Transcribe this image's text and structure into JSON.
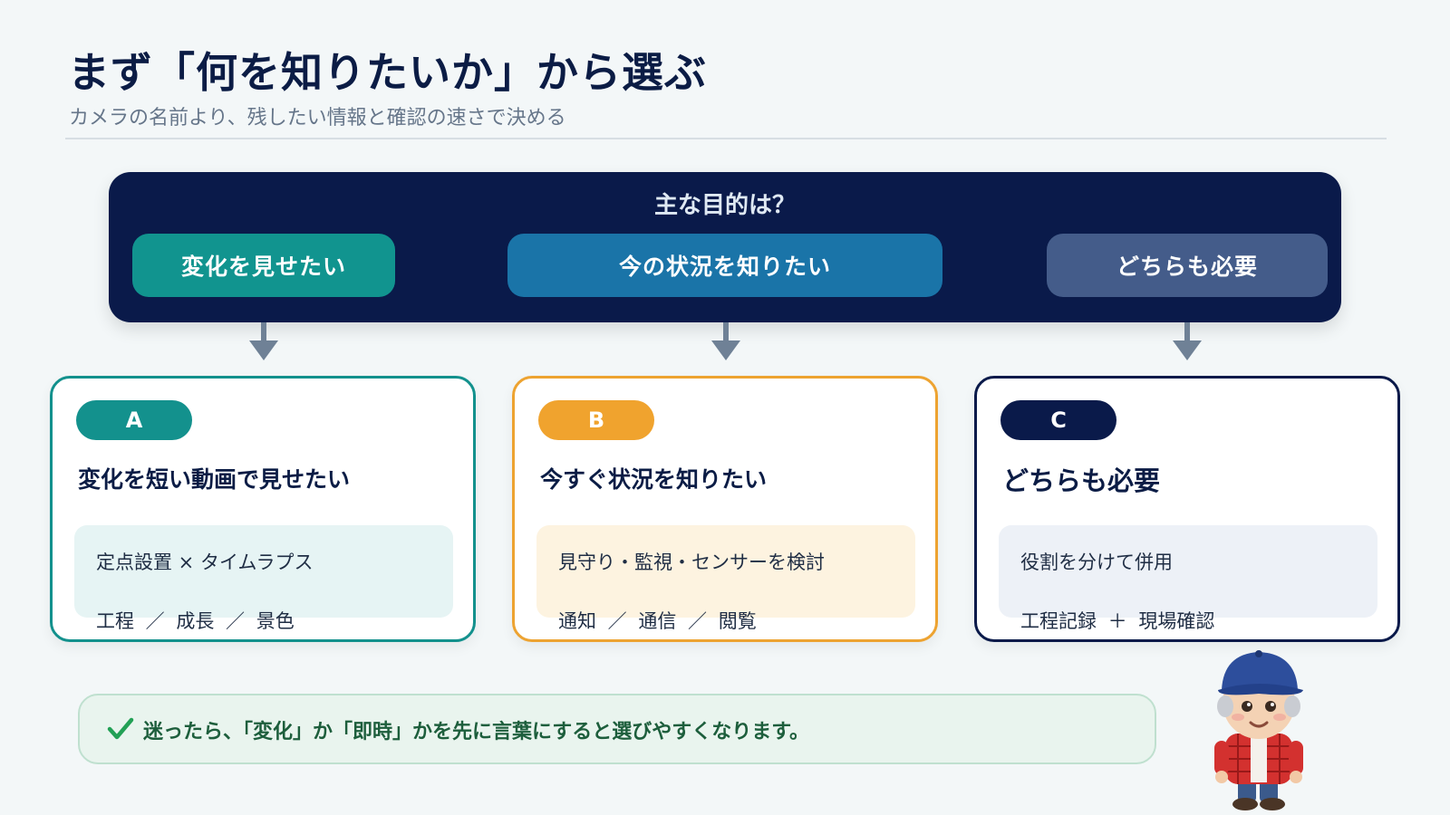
{
  "header": {
    "title": "まず「何を知りたいか」から選ぶ",
    "subtitle": "カメラの名前より、残したい情報と確認の速さで決める"
  },
  "question_panel": {
    "question": "主な目的は？",
    "options": [
      {
        "label": "変化を見せたい"
      },
      {
        "label": "今の状況を知りたい"
      },
      {
        "label": "どちらも必要"
      }
    ]
  },
  "cards": [
    {
      "badge": "A",
      "title": "変化を短い動画で見せたい",
      "line1": "定点設置 × タイムラプス",
      "line2": "工程 ／ 成長 ／ 景色"
    },
    {
      "badge": "B",
      "title": "今すぐ状況を知りたい",
      "line1": "見守り・監視・センサーを検討",
      "line2": "通知 ／ 通信 ／ 閲覧"
    },
    {
      "badge": "C",
      "title": "どちらも必要",
      "line1": "役割を分けて併用",
      "line2": "工程記録 ＋ 現場確認"
    }
  ],
  "tip": {
    "text": "迷ったら、「変化」か「即時」かを先に言葉にすると選びやすくなります。",
    "icon": "check-icon"
  },
  "colors": {
    "navy": "#0a1a4a",
    "teal": "#13918d",
    "orange": "#f0a32e",
    "blue": "#1a74a8",
    "slate": "#445c8a",
    "green": "#1d5e3c"
  }
}
